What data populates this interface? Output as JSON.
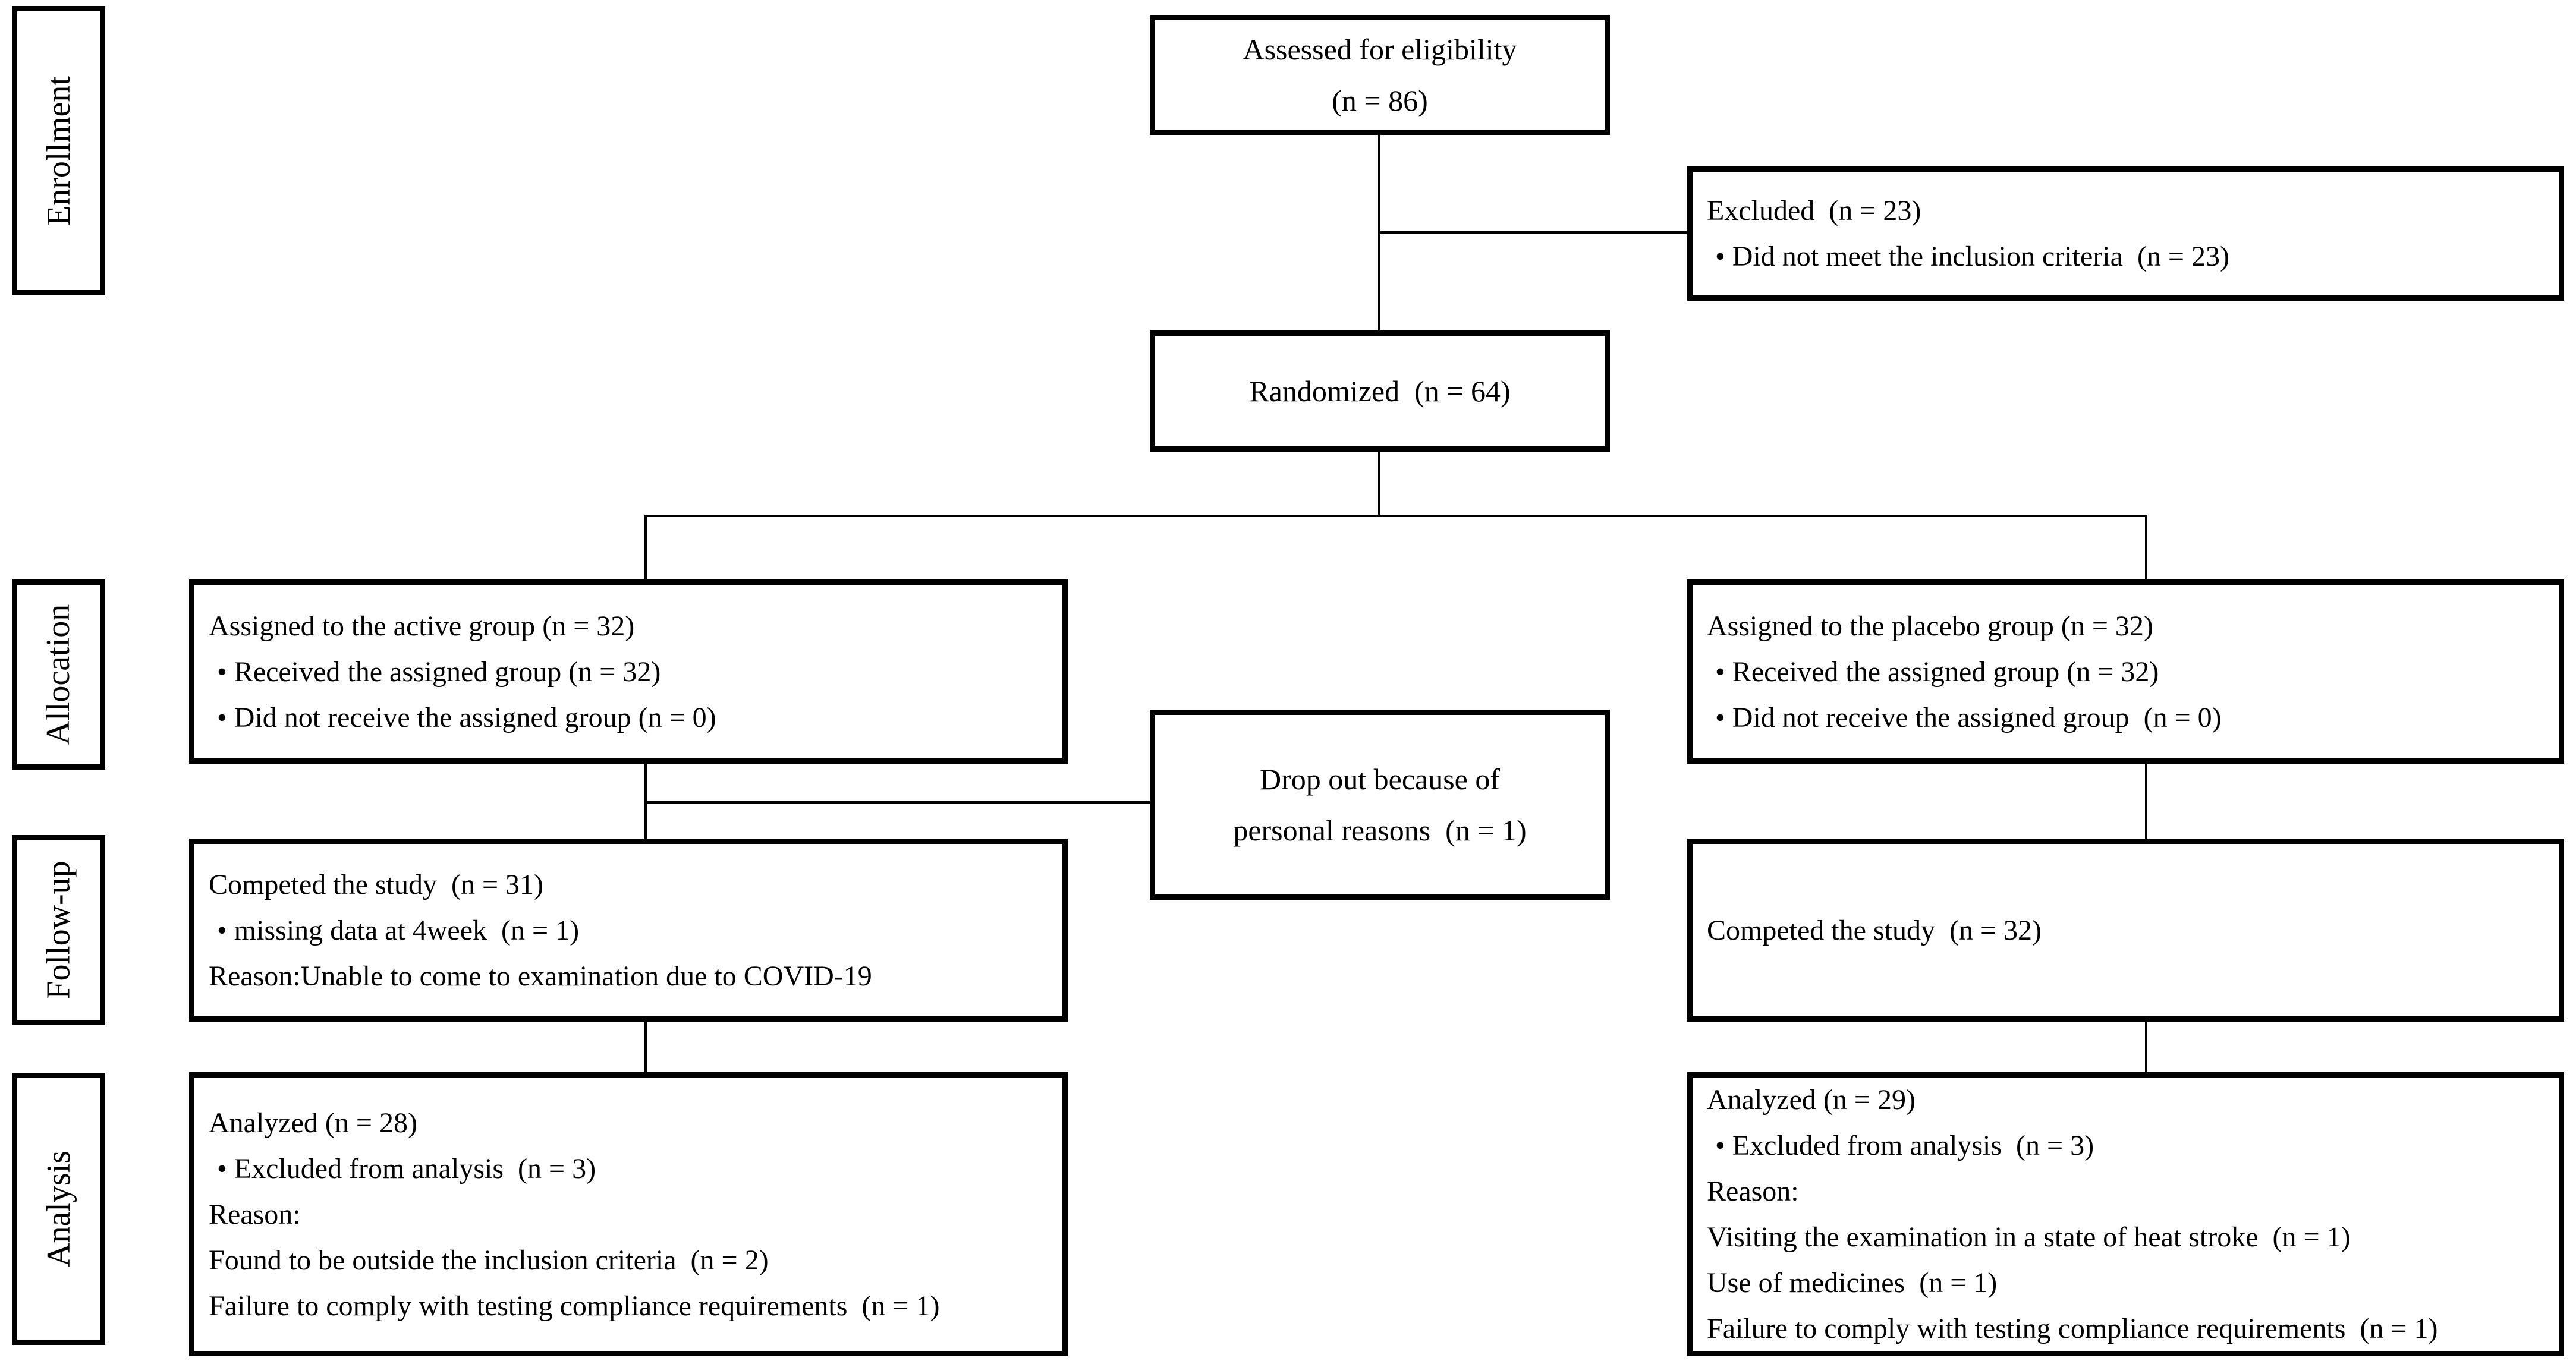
{
  "figure": {
    "type": "consort-flow-diagram",
    "background_color": "#ffffff",
    "line_color": "#000000",
    "stages": [
      {
        "label": "Enrollment"
      },
      {
        "label": "Allocation"
      },
      {
        "label": "Follow-up"
      },
      {
        "label": "Analysis"
      }
    ],
    "boxes": {
      "assessed": {
        "lines": [
          "Assessed for eligibility",
          "(n = 86)"
        ]
      },
      "excluded": {
        "lines": [
          "Excluded  (n = 23)",
          "• Did not meet the inclusion criteria  (n = 23)"
        ]
      },
      "randomized": {
        "lines": [
          "Randomized  (n = 64)"
        ]
      },
      "allocation_active": {
        "lines": [
          "Assigned to the active group (n = 32)",
          "• Received the assigned group (n = 32)",
          "• Did not receive the assigned group (n = 0)"
        ]
      },
      "allocation_placebo": {
        "lines": [
          "Assigned to the placebo group (n = 32)",
          "• Received the assigned group (n = 32)",
          "• Did not receive the assigned group  (n = 0)"
        ]
      },
      "dropout": {
        "lines": [
          "Drop out because of",
          "personal reasons  (n = 1)"
        ]
      },
      "followup_active": {
        "lines": [
          "Competed the study  (n = 31)",
          "• missing data at 4week  (n = 1)",
          "Reason:Unable to come to examination due to COVID-19"
        ]
      },
      "followup_placebo": {
        "lines": [
          "Competed the study  (n = 32)"
        ]
      },
      "analysis_active": {
        "lines": [
          "Analyzed (n = 28)",
          "• Excluded from analysis  (n = 3)",
          "Reason:",
          "Found to be outside the inclusion criteria  (n = 2)",
          "Failure to comply with testing compliance requirements  (n = 1)"
        ]
      },
      "analysis_placebo": {
        "lines": [
          "Analyzed (n = 29)",
          "• Excluded from analysis  (n = 3)",
          "Reason:",
          "Visiting the examination in a state of heat stroke  (n = 1)",
          "Use of medicines  (n = 1)",
          "Failure to comply with testing compliance requirements  (n = 1)"
        ]
      }
    }
  }
}
